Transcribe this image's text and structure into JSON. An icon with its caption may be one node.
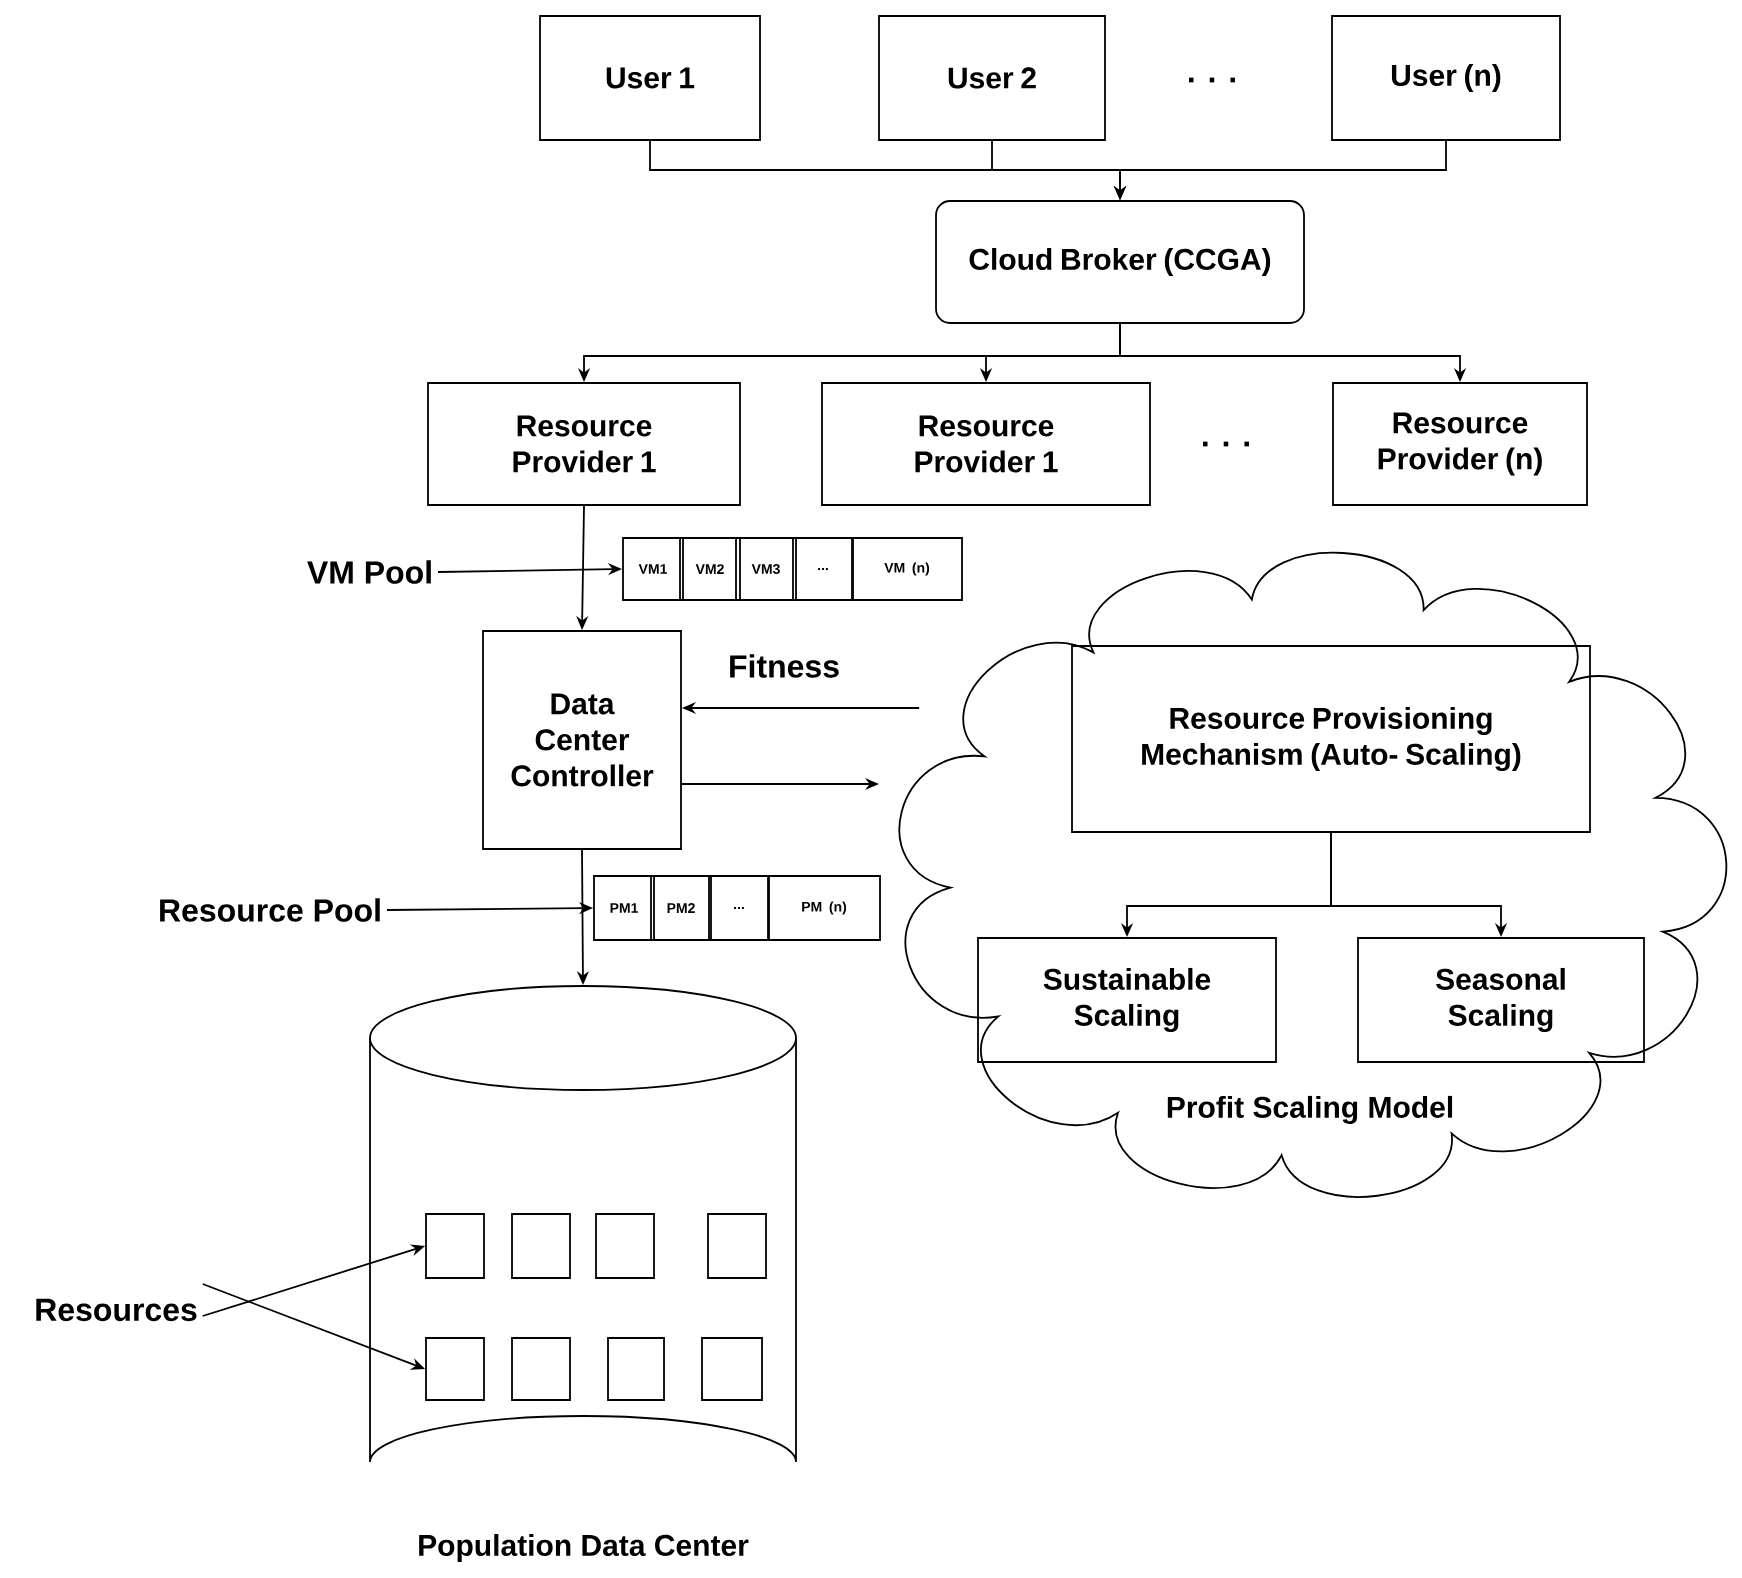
{
  "diagram": {
    "nodes": [
      {
        "text": [
          "User 1"
        ]
      },
      {
        "text": [
          "User 2"
        ]
      },
      {
        "text": [
          "User (n)"
        ]
      },
      {
        "text": [
          "Cloud Broker (CCGA)"
        ]
      },
      {
        "text": [
          "Resource Provider 1"
        ]
      },
      {
        "text": [
          "Resource Provider 1"
        ]
      },
      {
        "text": [
          "Resource Provider (n)"
        ]
      },
      {
        "text": [
          "VM Pool"
        ]
      },
      {
        "text": [
          "VM1"
        ]
      },
      {
        "text": [
          "VM2"
        ]
      },
      {
        "text": [
          "VM3"
        ]
      },
      {
        "text": [
          "..."
        ]
      },
      {
        "text": [
          "VM (n)"
        ]
      },
      {
        "text": [
          "Data Center Controller"
        ]
      },
      {
        "text": [
          "Profit Scaling Model"
        ]
      },
      {
        "text": [
          "Resource Provisioning Mechanism (Auto- Scaling)"
        ],
        "in": 14
      },
      {
        "text": [
          "Sustainable Scaling"
        ],
        "in": 14
      },
      {
        "text": [
          "Seasonal Scaling"
        ],
        "in": 14
      },
      {
        "text": [
          "Resource Pool"
        ]
      },
      {
        "text": [
          "PM1"
        ]
      },
      {
        "text": [
          "PM2"
        ]
      },
      {
        "text": [
          "..."
        ]
      },
      {
        "text": [
          "PM (n)"
        ]
      },
      {
        "text": [
          "Population Data Center"
        ]
      },
      {
        "text": [],
        "shape": "box",
        "in": 23
      },
      {
        "text": [],
        "shape": "box",
        "in": 23
      },
      {
        "text": [],
        "shape": "box",
        "in": 23
      },
      {
        "text": [],
        "shape": "box",
        "in": 23
      },
      {
        "text": [],
        "shape": "box",
        "in": 23
      },
      {
        "text": [],
        "shape": "box",
        "in": 23
      },
      {
        "text": [],
        "shape": "box",
        "in": 23
      },
      {
        "text": [],
        "shape": "box",
        "in": 23
      },
      {
        "text": [
          "Resources"
        ]
      }
    ],
    "edges": [
      {
        "from": 0,
        "to": 3,
        "arrow": "to"
      },
      {
        "from": 1,
        "to": 3,
        "arrow": "to"
      },
      {
        "from": 2,
        "to": 3,
        "arrow": "to"
      },
      {
        "from": 3,
        "to": 4,
        "arrow": "to"
      },
      {
        "from": 3,
        "to": 5,
        "arrow": "to"
      },
      {
        "from": 3,
        "to": 6,
        "arrow": "to"
      },
      {
        "from": 4,
        "to": 13,
        "arrow": "to"
      },
      {
        "from": 7,
        "to": 8,
        "arrow": "to"
      },
      {
        "from": 14,
        "to": 13,
        "arrow": "to",
        "label": "Fitness"
      },
      {
        "from": 13,
        "to": 14,
        "arrow": "to"
      },
      {
        "from": 15,
        "to": 16,
        "arrow": "to"
      },
      {
        "from": 15,
        "to": 17,
        "arrow": "to"
      },
      {
        "from": 13,
        "to": 23,
        "arrow": "to"
      },
      {
        "from": 18,
        "to": 19,
        "arrow": "to"
      },
      {
        "from": 32,
        "to": 24,
        "arrow": "to"
      },
      {
        "from": 32,
        "to": 28,
        "arrow": "to"
      }
    ],
    "labels": [
      ". . .",
      ". . ."
    ]
  }
}
